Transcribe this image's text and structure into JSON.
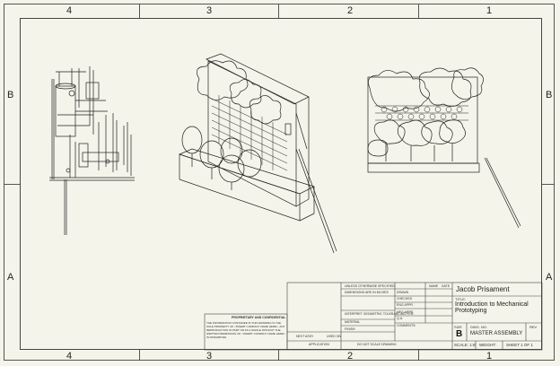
{
  "zones": {
    "columns_top": [
      "4",
      "3",
      "2",
      "1"
    ],
    "columns_bottom": [
      "4",
      "3",
      "2",
      "1"
    ],
    "rows_left": [
      "B",
      "A"
    ],
    "rows_right": [
      "B",
      "A"
    ]
  },
  "title_block": {
    "dims_note": "UNLESS OTHERWISE SPECIFIED:",
    "dims_unit": "DIMENSIONS ARE IN INCHES",
    "name_col": "NAME",
    "date_col": "DATE",
    "drawn": "DRAWN",
    "checked": "CHECKED",
    "eng_appr": "ENG APPR.",
    "mfg_appr": "MFG APPR.",
    "qa": "Q.A.",
    "comments": "COMMENTS:",
    "interpret": "INTERPRET GEOMETRIC TOLERANCING PER:",
    "material": "MATERIAL",
    "finish": "FINISH",
    "next_assy": "NEXT ASSY",
    "used_on": "USED ON",
    "application": "APPLICATION",
    "do_not_scale": "DO NOT SCALE DRAWING",
    "proprietary_title": "PROPRIETARY AND CONFIDENTIAL",
    "proprietary_text": "THE INFORMATION CONTAINED IN THIS DRAWING IS THE SOLE PROPERTY OF <INSERT COMPANY NAME HERE>. ANY REPRODUCTION IN PART OR AS A WHOLE WITHOUT THE WRITTEN PERMISSION OF <INSERT COMPANY NAME HERE> IS PROHIBITED.",
    "company": "Jacob Prisament",
    "title_label": "TITLE:",
    "title": "Introduction to Mechanical Prototyping",
    "size_label": "SIZE",
    "size": "B",
    "dwg_no_label": "DWG. NO.",
    "dwg_no": "MASTER ASSEMBLY",
    "rev_label": "REV",
    "scale": "SCALE: 1:8",
    "weight": "WEIGHT:",
    "sheet": "SHEET 1 OF 1"
  }
}
